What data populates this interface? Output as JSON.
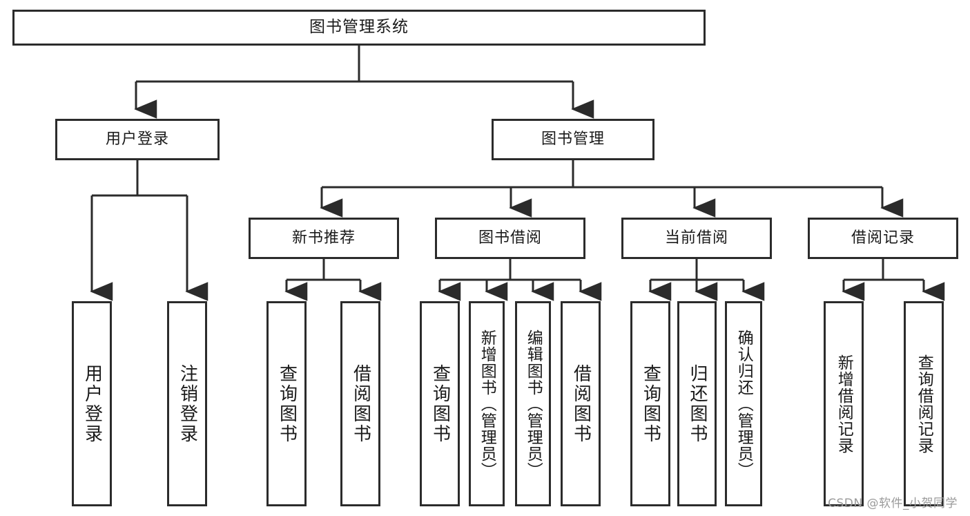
{
  "diagram": {
    "title": "图书管理系统",
    "root": {
      "label": "图书管理系统"
    },
    "level2": [
      {
        "label": "用户登录"
      },
      {
        "label": "图书管理"
      }
    ],
    "level3": [
      {
        "label": "新书推荐"
      },
      {
        "label": "图书借阅"
      },
      {
        "label": "当前借阅"
      },
      {
        "label": "借阅记录"
      }
    ],
    "leaves": {
      "user_login": [
        {
          "label": "用户登录"
        },
        {
          "label": "注销登录"
        }
      ],
      "new_book_recommend": [
        {
          "label": "查询图书"
        },
        {
          "label": "借阅图书"
        }
      ],
      "book_borrow": [
        {
          "label": "查询图书"
        },
        {
          "label": "新增图书（管理员）"
        },
        {
          "label": "编辑图书（管理员）"
        },
        {
          "label": "借阅图书"
        }
      ],
      "current_borrow": [
        {
          "label": "查询图书"
        },
        {
          "label": "归还图书"
        },
        {
          "label": "确认归还（管理员）"
        }
      ],
      "borrow_record": [
        {
          "label": "新增借阅记录"
        },
        {
          "label": "查询借阅记录"
        }
      ]
    }
  },
  "watermark": {
    "text": "CSDN @软件_小贺同学"
  },
  "colors": {
    "stroke": "#2b2b2b",
    "text": "#1a1a1a",
    "background": "#ffffff",
    "watermark": "#9a9a9a"
  }
}
